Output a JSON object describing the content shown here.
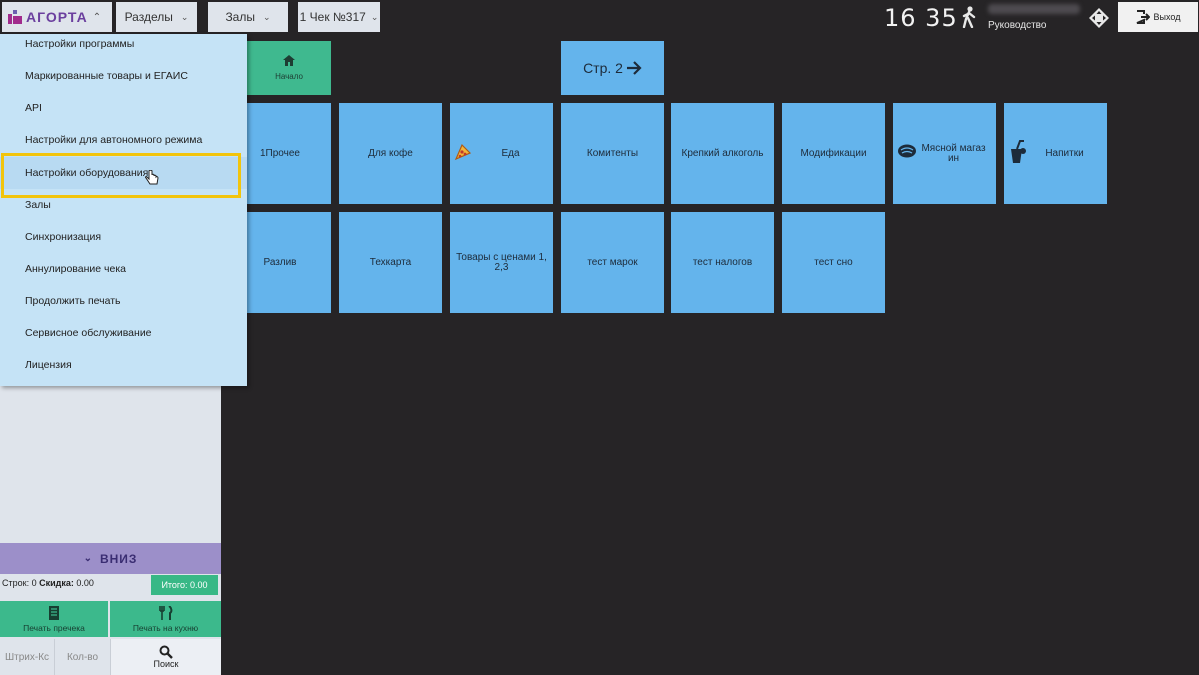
{
  "header": {
    "brand": "АГОРТА",
    "sections_label": "Разделы",
    "halls_label": "Залы",
    "check_label": "1 Чек №317",
    "clock": "16 35",
    "user_role": "Руководство",
    "exit_label": "Выход"
  },
  "menu": {
    "items": [
      "Настройки программы",
      "Маркированные товары и ЕГАИС",
      "API",
      "Настройки для автономного режима",
      "Настройки оборудования",
      "Залы",
      "Синхронизация",
      "Аннулирование чека",
      "Продолжить печать",
      "Сервисное обслуживание",
      "Лицензия"
    ],
    "highlighted_index": 4
  },
  "left_panel": {
    "down_label": "ВНИЗ",
    "rows_label": "Строк: 0",
    "discount_label": "Скидка:",
    "discount_value": "0.00",
    "total_label": "Итого: 0.00",
    "precheck_label": "Печать пречека",
    "kitchen_label": "Печать на кухню",
    "barcode_label": "Штрих-Кс",
    "qty_label": "Кол-во",
    "search_label": "Поиск"
  },
  "nav": {
    "home_label": "Начало",
    "page2_label": "Стр. 2"
  },
  "tiles": {
    "row1": [
      "1Прочее",
      "Для кофе",
      "Еда",
      "Комитенты",
      "Крепкий алкоголь",
      "Модификации",
      "Мясной магаз ин",
      "Напитки"
    ],
    "row2": [
      "Разлив",
      "Техкарта",
      "Товары с ценами 1, 2,3",
      "тест марок",
      "тест налогов",
      "тест сно"
    ]
  },
  "colors": {
    "background": "#262426",
    "tile_blue": "#64b4ec",
    "accent_green": "#3fb98f",
    "menu_bg": "#c5e3f6",
    "highlight_frame": "#f2c40c",
    "down_button": "#9c8fc9"
  }
}
